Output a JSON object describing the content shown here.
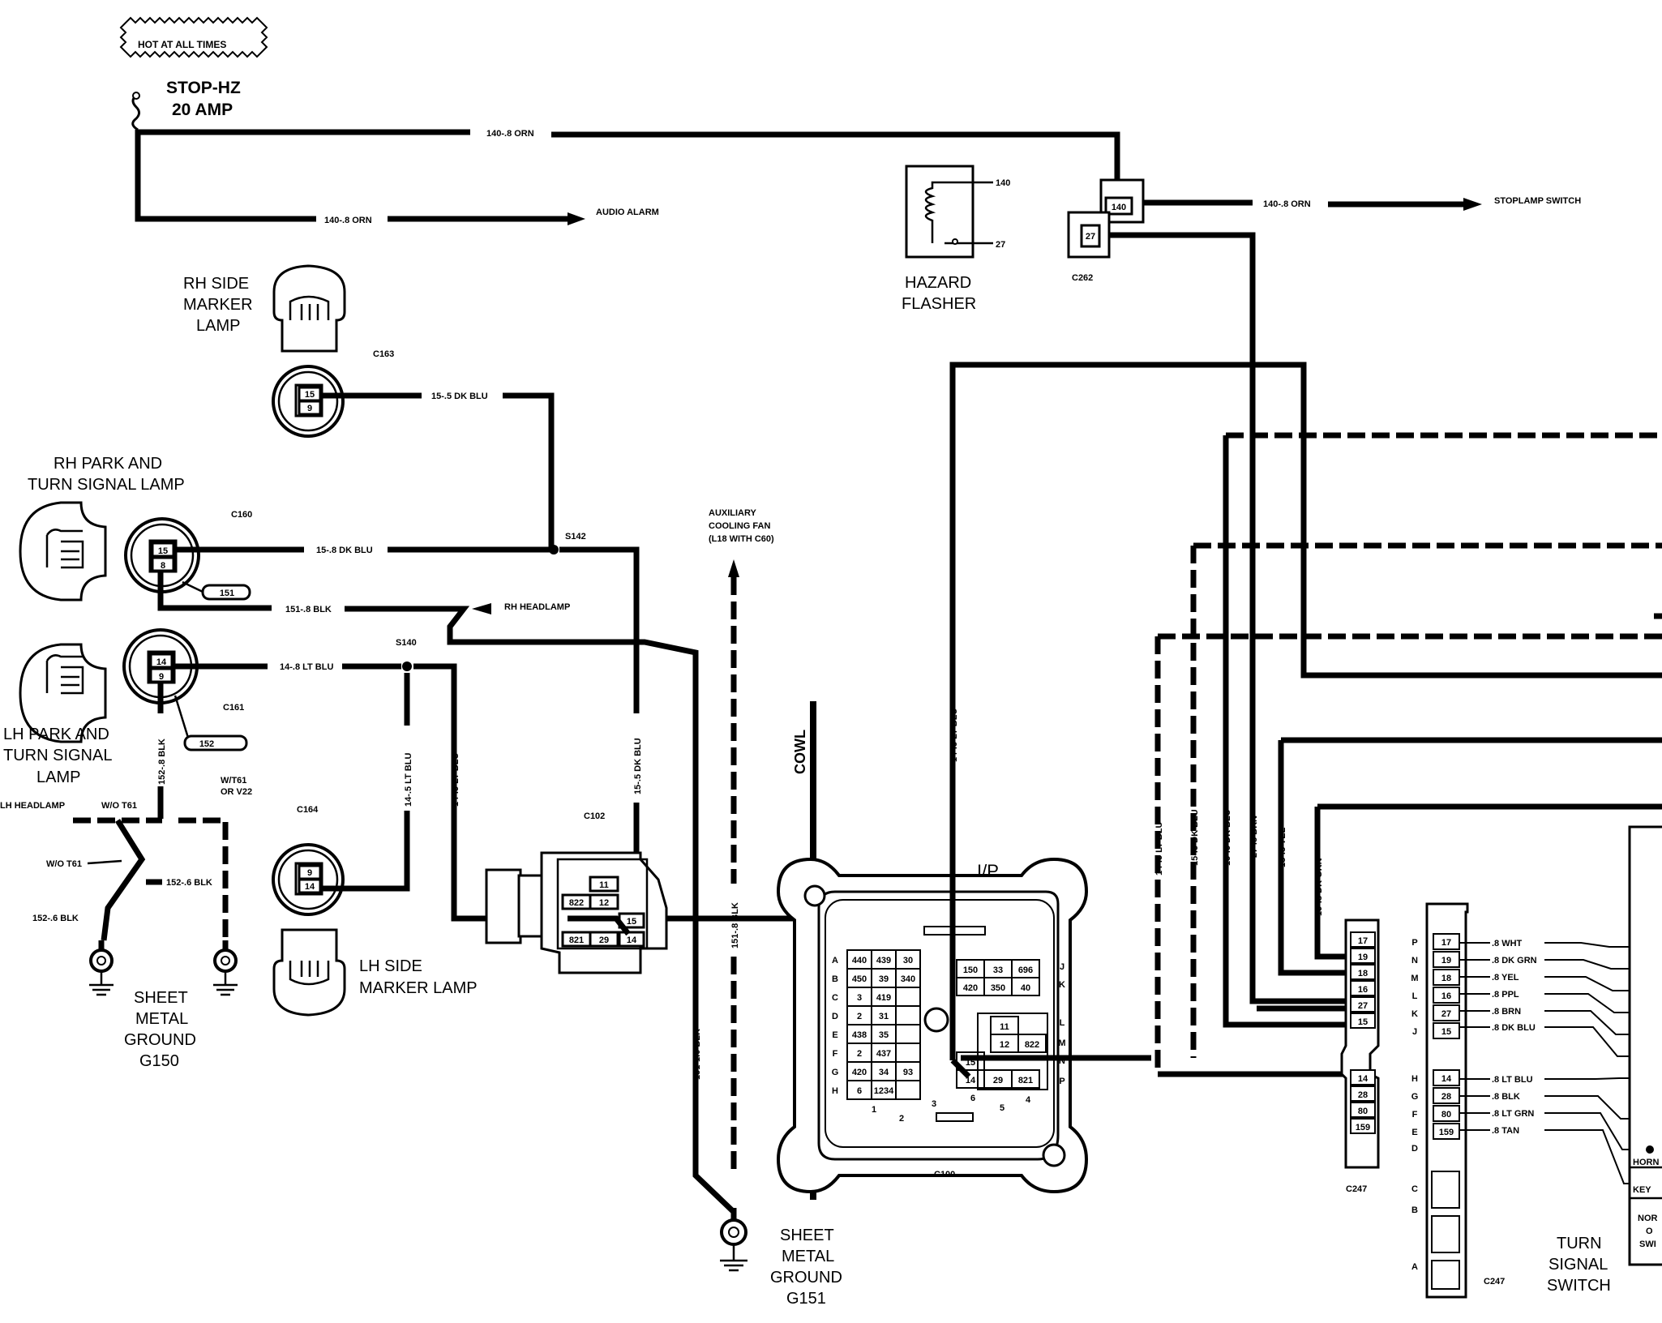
{
  "labels": {
    "hot_at_all_times": "HOT AT ALL TIMES",
    "fuse_name": "STOP-HZ",
    "fuse_rating": "20 AMP",
    "wire_140_top": "140-.8 ORN",
    "wire_140_audio": "140-.8 ORN",
    "audio_alarm": "AUDIO ALARM",
    "wire_140_stoplamp": "140-.8 ORN",
    "stoplamp_switch": "STOPLAMP SWITCH",
    "hazard_flasher_1": "HAZARD",
    "hazard_flasher_2": "FLASHER",
    "flasher_pin_140": "140",
    "flasher_pin_27": "27",
    "c262": "C262",
    "c262_pin_140": "140",
    "c262_pin_27": "27",
    "rh_side_marker_1": "RH SIDE",
    "rh_side_marker_2": "MARKER",
    "rh_side_marker_3": "LAMP",
    "c163": "C163",
    "c163_pin_a": "15",
    "c163_pin_b": "9",
    "wire_15_5_dkblu": "15-.5 DK BLU",
    "rh_park_1": "RH PARK AND",
    "rh_park_2": "TURN SIGNAL LAMP",
    "c160": "C160",
    "c160_pin_a": "15",
    "c160_pin_b": "8",
    "wire_15_8_dkblu": "15-.8 DK BLU",
    "s142": "S142",
    "tag_151_rh": "151",
    "wire_151_8_blk": "151-.8 BLK",
    "rh_headlamp": "RH HEADLAMP",
    "s140": "S140",
    "lh_park_1": "LH PARK AND",
    "lh_park_2": "TURN SIGNAL",
    "lh_park_3": "LAMP",
    "c161": "C161",
    "c161_pin_a": "14",
    "c161_pin_b": "9",
    "wire_14_8_ltblu": "14-.8 LT BLU",
    "tag_152": "152",
    "wire_152_8_blk_v": "152-.8 BLK",
    "lh_headlamp": "LH HEADLAMP",
    "wo_t61_a": "W/O T61",
    "wt61_1": "W/T61",
    "wt61_2": "OR V22",
    "wo_t61_b": "W/O T61",
    "wire_152_6_blk_a": "152-.6 BLK",
    "wire_152_6_blk_b": "152-.6 BLK",
    "sheet_ground_g150_1": "SHEET",
    "sheet_ground_g150_2": "METAL",
    "sheet_ground_g150_3": "GROUND",
    "sheet_ground_g150_4": "G150",
    "c164": "C164",
    "c164_pin_a": "9",
    "c164_pin_b": "14",
    "wire_14_5_ltblu_a": "14-.5 LT BLU",
    "wire_14_5_ltblu_b": "14-.5 LT BLU",
    "lh_side_marker_1": "LH SIDE",
    "lh_side_marker_2": "MARKER LAMP",
    "wire_15_5_dkblu_v": "15-.5 DK BLU",
    "c102": "C102",
    "c102_pins": [
      "11",
      "822",
      "12",
      "15",
      "821",
      "29",
      "14"
    ],
    "aux_fan_1": "AUXILIARY",
    "aux_fan_2": "COOLING FAN",
    "aux_fan_3": "(L18 WITH C60)",
    "wire_151_8_blk_v": "151-.8 BLK",
    "wire_151_1_blk": "151-1.0 BLK",
    "sheet_ground_g151_1": "SHEET",
    "sheet_ground_g151_2": "METAL",
    "sheet_ground_g151_3": "GROUND",
    "sheet_ground_g151_4": "G151",
    "cowl": "COWL",
    "ip": "I/P",
    "wire_14_5_ltblu_ip": "14-.5 LT BLU",
    "c100": "C100",
    "c100_rows": [
      "A",
      "B",
      "C",
      "D",
      "E",
      "F",
      "G",
      "H"
    ],
    "c100_cols": [
      "1",
      "2",
      "3",
      "6",
      "5",
      "4"
    ],
    "c100_right_rows": [
      "J",
      "K",
      "L",
      "M",
      "N",
      "P"
    ],
    "c100_left_pins": [
      [
        "440",
        "439",
        "30"
      ],
      [
        "450",
        "39",
        "340"
      ],
      [
        "3",
        "419",
        ""
      ],
      [
        "2",
        "31",
        ""
      ],
      [
        "438",
        "35",
        ""
      ],
      [
        "2",
        "437",
        ""
      ],
      [
        "420",
        "34",
        "93"
      ],
      [
        "6",
        "1234",
        ""
      ]
    ],
    "c100_right_top": [
      [
        "150",
        "33",
        "696"
      ],
      [
        "420",
        "350",
        "40"
      ]
    ],
    "c100_right_mid": [
      [
        "11",
        ""
      ],
      [
        "12",
        "822"
      ],
      [
        "15",
        ""
      ],
      [
        "14",
        "29",
        "821"
      ]
    ],
    "wire_v_14_ltblu": "14-.5 LT BLU",
    "wire_v_15_dkblu_a": "15-.5 DK BLU",
    "wire_v_15_dkblu_b": "15-.5 DK BLU",
    "wire_v_27_brn": "27-.8 BRN",
    "wire_v_18_yel": "18-.8 YEL",
    "wire_v_19_dkgrn": "19-.8 DK GRN",
    "c247_a": "C247",
    "c247_b": "C247",
    "c247_left_pins": [
      "17",
      "19",
      "18",
      "16",
      "27",
      "15",
      "14",
      "28",
      "80",
      "159"
    ],
    "c247_letters": [
      "P",
      "N",
      "M",
      "L",
      "K",
      "J",
      "H",
      "G",
      "F",
      "E",
      "D",
      "C",
      "B",
      "A"
    ],
    "c247_right_pins": [
      "17",
      "19",
      "18",
      "16",
      "27",
      "15",
      "14",
      "28",
      "80",
      "159"
    ],
    "tsw_wires": [
      ".8 WHT",
      ".8 DK GRN",
      ".8 YEL",
      ".8 PPL",
      ".8 BRN",
      ".8 DK BLU",
      ".8 LT BLU",
      ".8 BLK",
      ".8 LT GRN",
      ".8 TAN"
    ],
    "horn": "HORN",
    "key": "KEY",
    "norm_1": "NOR",
    "norm_2": "O",
    "norm_3": "SWI",
    "turn_signal_1": "TURN",
    "turn_signal_2": "SIGNAL",
    "turn_signal_3": "SWITCH"
  }
}
